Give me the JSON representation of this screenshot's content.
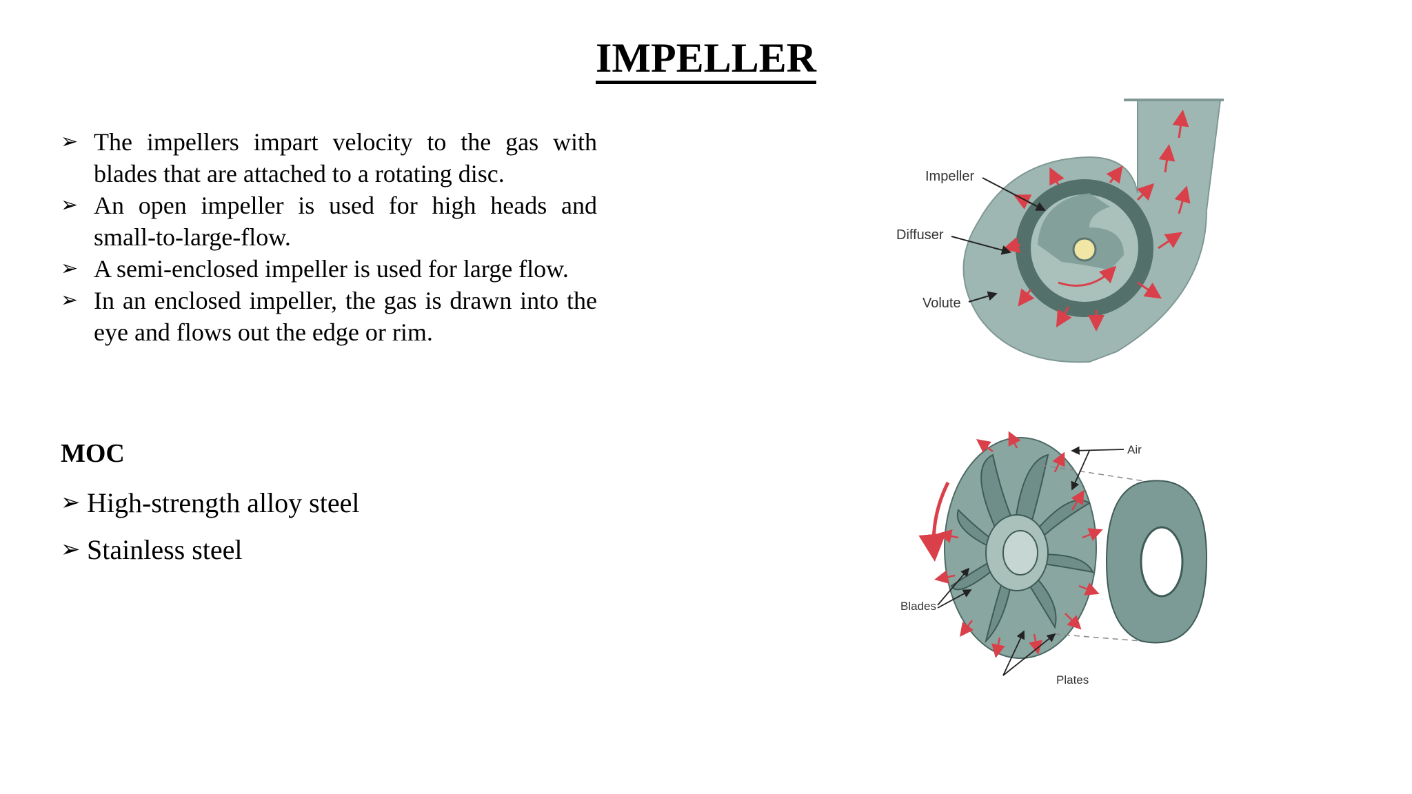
{
  "slide": {
    "title": "IMPELLER",
    "bullets": [
      "The impellers impart velocity to the gas with blades that are attached to a rotating disc.",
      "An open impeller is used for high heads and small-to-large-flow.",
      "A semi-enclosed impeller is used for large flow.",
      "In an enclosed impeller, the gas is drawn into the eye and flows out the edge or rim."
    ],
    "moc": {
      "heading": "MOC",
      "items": [
        "High-strength alloy steel",
        "Stainless steel"
      ]
    }
  },
  "diagrams": {
    "pump": {
      "labels": {
        "impeller": "Impeller",
        "diffuser": "Diffuser",
        "volute": "Volute"
      }
    },
    "impeller_exploded": {
      "labels": {
        "air": "Air",
        "blades": "Blades",
        "plates": "Plates"
      }
    }
  },
  "colors": {
    "casing": "#9fb7b2",
    "diffuser_ring": "#53706b",
    "impeller_body": "#7c9a95",
    "flow_arrow": "#d9404a"
  }
}
